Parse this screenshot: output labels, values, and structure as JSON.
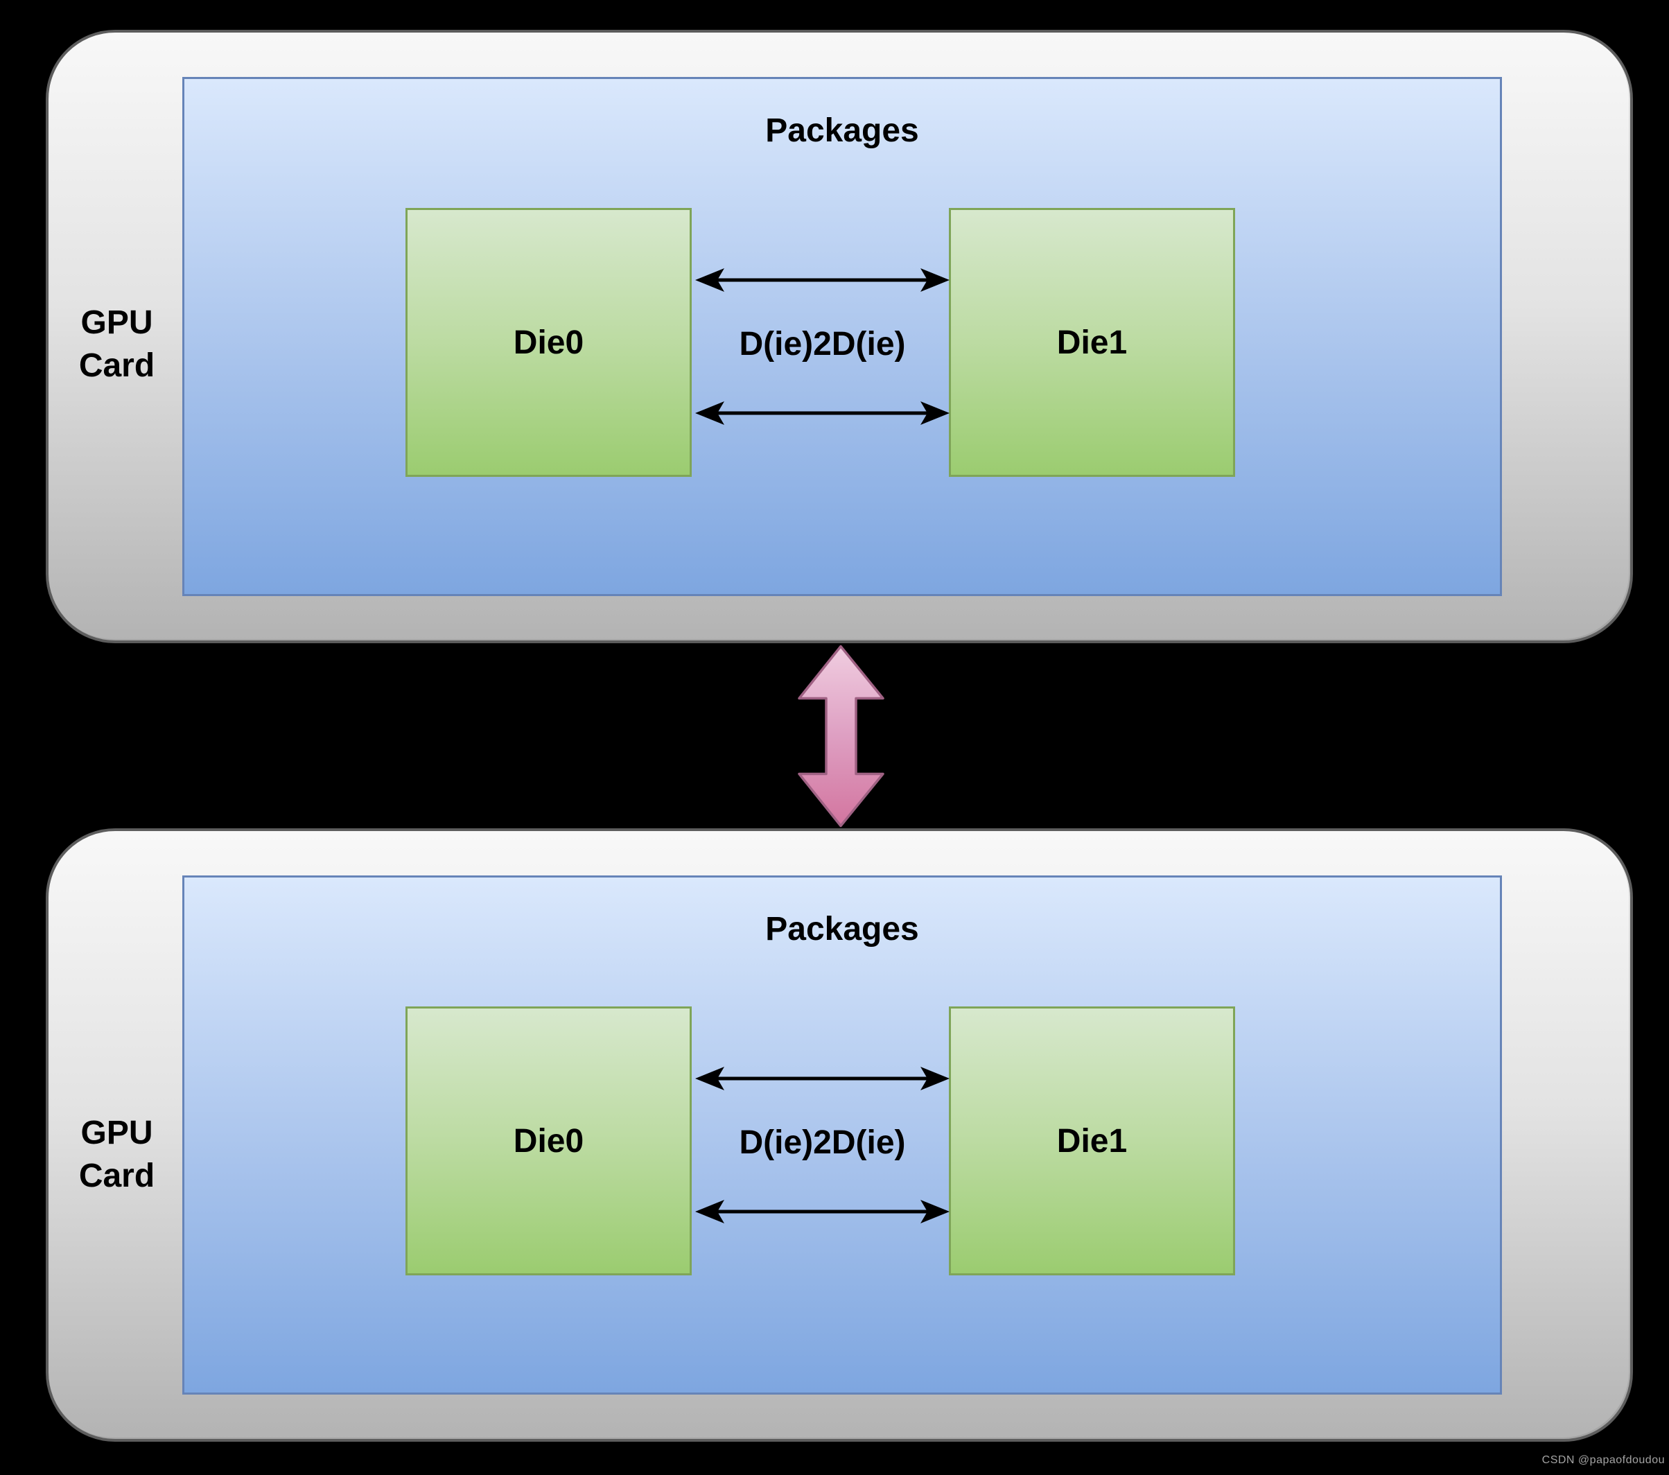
{
  "diagram": {
    "cards": [
      {
        "card_label_line1": "GPU",
        "card_label_line2": "Card",
        "package_title": "Packages",
        "die_left_label": "Die0",
        "die_right_label": "Die1",
        "interconnect_label": "D(ie)2D(ie)"
      },
      {
        "card_label_line1": "GPU",
        "card_label_line2": "Card",
        "package_title": "Packages",
        "die_left_label": "Die0",
        "die_right_label": "Die1",
        "interconnect_label": "D(ie)2D(ie)"
      }
    ],
    "icons": {
      "die_to_die_arrow": "horizontal-double-arrow",
      "card_to_card_arrow": "vertical-double-arrow"
    },
    "colors": {
      "background": "#000000",
      "card_fill_top": "#f8f8f8",
      "card_fill_bottom": "#b3b3b3",
      "card_border": "#5d5d5d",
      "package_fill_top": "#dae8fc",
      "package_fill_bottom": "#7ea6e0",
      "package_border": "#6684b8",
      "die_fill_top": "#d7e8cd",
      "die_fill_bottom": "#9bcc70",
      "die_border": "#7fa558",
      "die_link_arrow": "#000000",
      "card_link_fill_top": "#eecade",
      "card_link_fill_bottom": "#d3759f",
      "card_link_border": "#9f6183"
    }
  },
  "watermark": {
    "text": "CSDN @papaofdoudou",
    "color": "#a3a3a3"
  }
}
